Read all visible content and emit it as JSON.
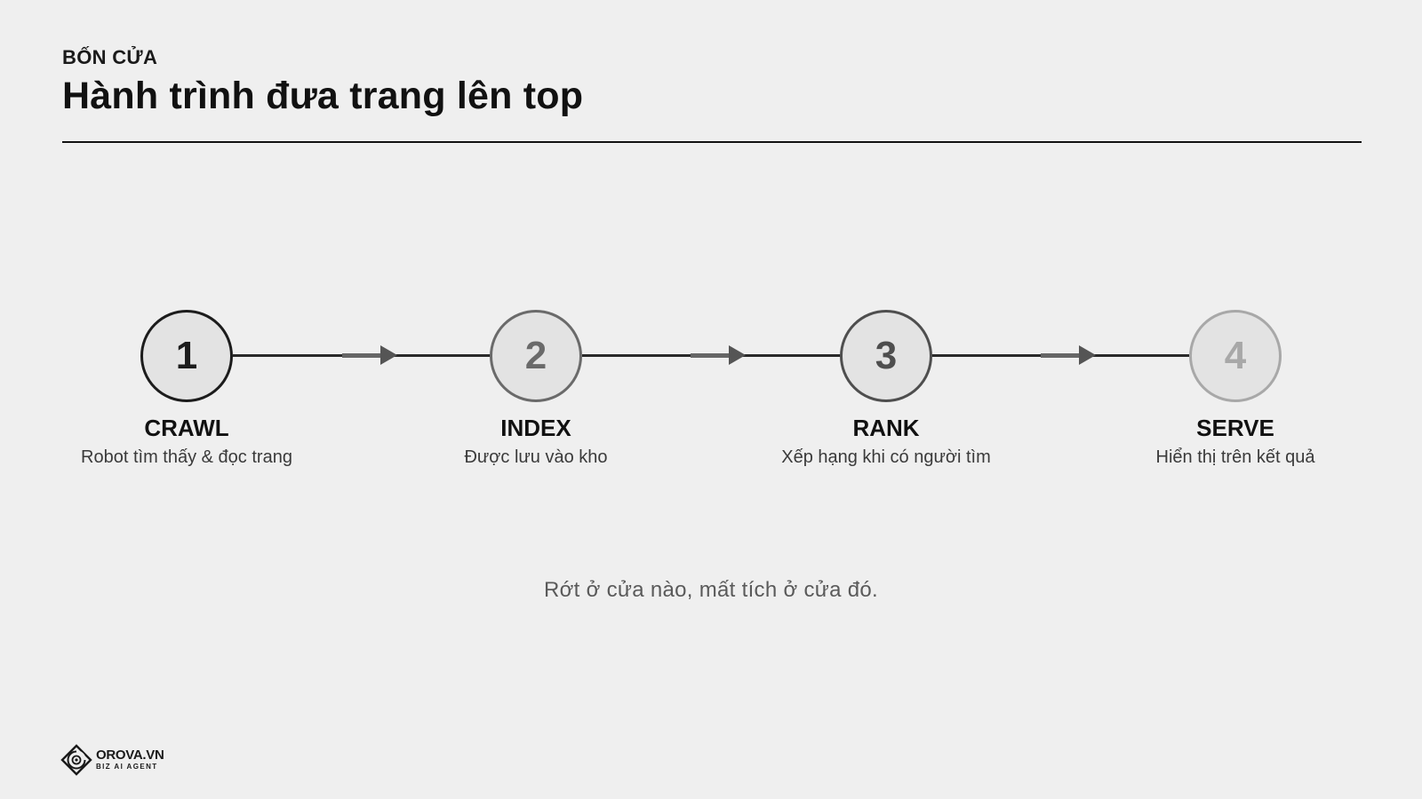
{
  "header": {
    "eyebrow": "BỐN CỬA",
    "title": "Hành trình đưa trang lên top"
  },
  "steps": [
    {
      "number": "1",
      "label": "CRAWL",
      "description": "Robot tìm thấy & đọc trang"
    },
    {
      "number": "2",
      "label": "INDEX",
      "description": "Được lưu vào kho"
    },
    {
      "number": "3",
      "label": "RANK",
      "description": "Xếp hạng khi có người tìm"
    },
    {
      "number": "4",
      "label": "SERVE",
      "description": "Hiển thị trên kết quả"
    }
  ],
  "tagline": "Rớt ở cửa nào, mất tích ở cửa đó.",
  "brand": {
    "name": "OROVA.VN",
    "subtitle": "BIZ AI AGENT",
    "icon": "orova-logo-icon"
  },
  "colors": {
    "background": "#efefef",
    "step_1": "#1c1c1c",
    "step_2": "#6a6a6a",
    "step_3": "#4e4e4e",
    "step_4": "#a8a8a8"
  }
}
